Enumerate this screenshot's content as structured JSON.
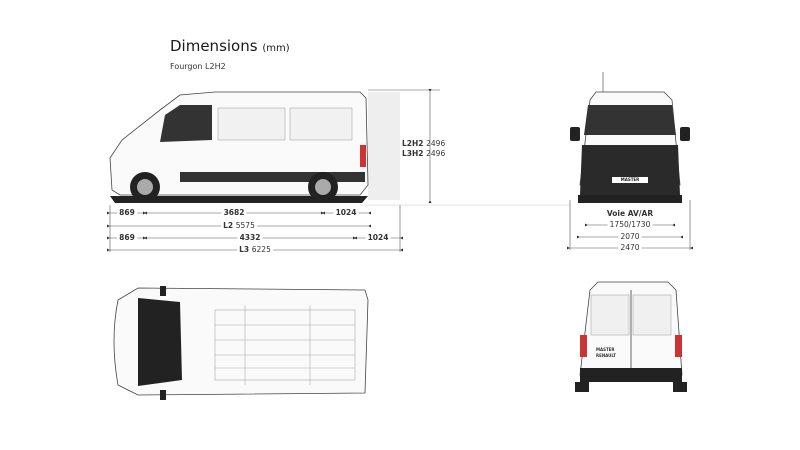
{
  "header": {
    "title": "Dimensions",
    "unit": "(mm)",
    "subtitle": "Fourgon L2H2"
  },
  "side_view": {
    "height_labels": [
      {
        "name": "L2H2",
        "value": "2496"
      },
      {
        "name": "L3H2",
        "value": "2496"
      }
    ],
    "row1": [
      "869",
      "3682",
      "1024"
    ],
    "row2": {
      "name": "L2",
      "value": "5575"
    },
    "row3": [
      "869",
      "4332",
      "1024"
    ],
    "row4": {
      "name": "L3",
      "value": "6225"
    }
  },
  "front_view": {
    "badge": "MASTER",
    "track_label": "Voie AV/AR",
    "track": "1750/1730",
    "width_body": "2070",
    "width_mirrors": "2470"
  },
  "rear_view": {
    "badge_model": "MASTER",
    "badge_brand": "RENAULT"
  }
}
